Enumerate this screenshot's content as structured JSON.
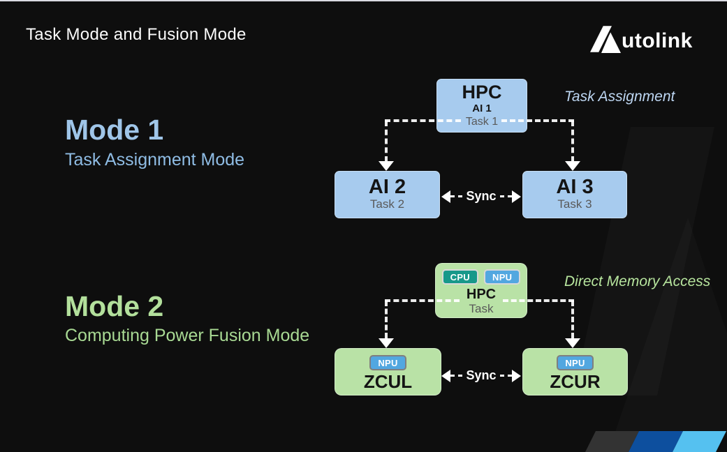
{
  "slide": {
    "title": "Task Mode and Fusion Mode"
  },
  "logo": {
    "brand": "Autolink",
    "wordmark": "utolink"
  },
  "mode1": {
    "heading": "Mode 1",
    "subheading": "Task Assignment Mode",
    "annotation": "Task Assignment",
    "sync_label": "Sync",
    "hpc_box": {
      "title": "HPC",
      "subtitle": "AI 1",
      "task": "Task 1"
    },
    "left_box": {
      "title": "AI 2",
      "task": "Task 2"
    },
    "right_box": {
      "title": "AI 3",
      "task": "Task 3"
    }
  },
  "mode2": {
    "heading": "Mode 2",
    "subheading": "Computing Power Fusion Mode",
    "annotation": "Direct Memory Access",
    "sync_label": "Sync",
    "hpc_box": {
      "chips": [
        "CPU",
        "NPU"
      ],
      "title": "HPC",
      "task": "Task"
    },
    "left_box": {
      "chip": "NPU",
      "title": "ZCUL"
    },
    "right_box": {
      "chip": "NPU",
      "title": "ZCUR"
    }
  },
  "colors": {
    "background": "#0e0e0e",
    "mode1_accent": "#9fc5e8",
    "mode1_box": "#a7cbee",
    "mode1_annotation": "#bdd6f2",
    "mode2_accent": "#b3e09c",
    "mode2_box": "#b9e2a6",
    "mode2_annotation": "#b7e59e",
    "cpu_chip": "#17988a",
    "npu_chip": "#52a7e0",
    "stripe_dark": "#333333",
    "stripe_blue": "#0d4f9e",
    "stripe_light_blue": "#55c1f0"
  }
}
